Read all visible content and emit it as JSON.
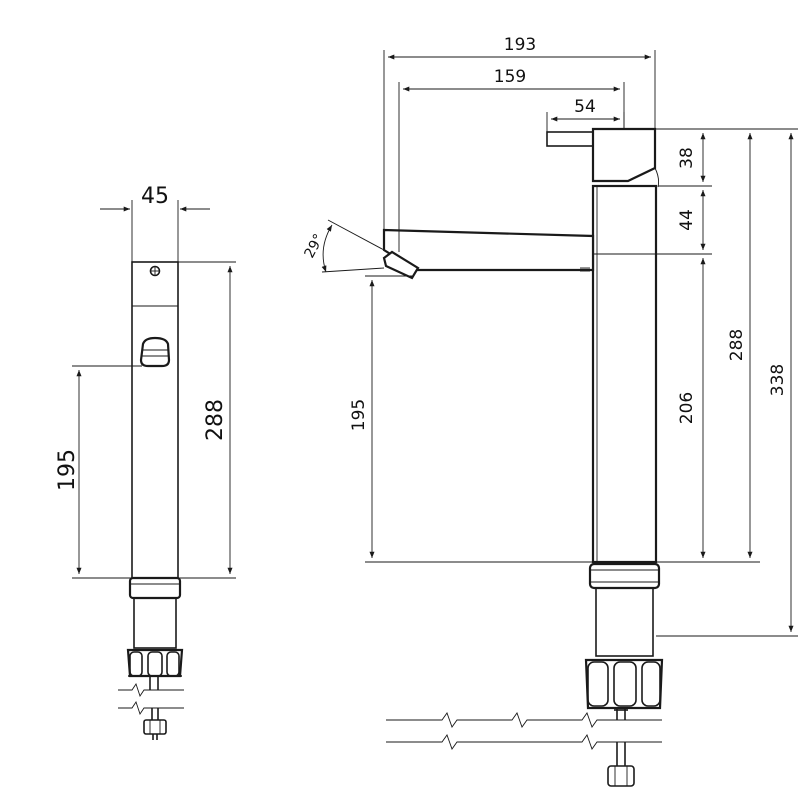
{
  "side_view": {
    "dims": {
      "width": "45",
      "height": "288",
      "spout_height": "195"
    }
  },
  "front_view": {
    "dims": {
      "reach_total": "193",
      "reach_spout": "159",
      "handle": "54",
      "head": "38",
      "spout_gap": "44",
      "body": "206",
      "height_288": "288",
      "height_338": "338",
      "outlet_height": "195",
      "angle": "29°"
    }
  },
  "colors": {
    "line": "#1a1a1a",
    "background": "#ffffff"
  }
}
